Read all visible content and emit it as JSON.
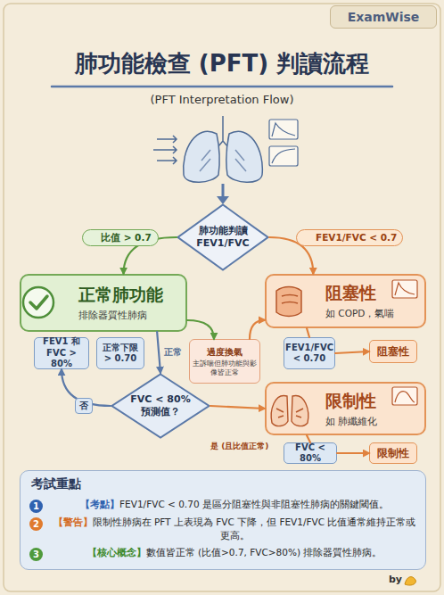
{
  "diagram": {
    "title": "肺功能檢查 (PFT) 判讀流程",
    "nodes": [
      {
        "text": [
          "ExamWise"
        ]
      },
      {
        "text": [
          "肺功能判讀",
          "FEV1/FVC"
        ]
      },
      {
        "text": [
          "正常肺功能",
          "排除器質性肺病"
        ]
      },
      {
        "text": [
          "阻塞性",
          "如 COPD，氣喘"
        ]
      },
      {
        "text": [
          "FEV1 和 FVC > 80%"
        ]
      },
      {
        "text": [
          "正常下限 > 0.70"
        ]
      },
      {
        "text": [
          "過度換氣",
          "主訴喘但肺功能與影像皆正常"
        ]
      },
      {
        "text": [
          "FEV1/FVC < 0.70"
        ]
      },
      {
        "text": [
          "阻塞性"
        ]
      },
      {
        "text": [
          "FVC < 80%",
          "預測值？"
        ]
      },
      {
        "text": [
          "限制性",
          "如 肺纖維化"
        ]
      },
      {
        "text": [
          "FVC < 80%"
        ]
      },
      {
        "text": [
          "限制性"
        ]
      },
      {
        "text": [
          "考試重點",
          "【考點】",
          "FEV1/FVC < 0.70 是區分阻塞性與非阻塞性肺病的關鍵閾值。",
          "【警告】",
          "限制性肺病在 PFT 上表現為 FVC 下降，但 FEV1/FVC 比值通常維持正常或更高。",
          "【核心概念】",
          "數值皆正常 (比值>0.7, FVC>80%) 排除器質性肺病。"
        ]
      },
      {
        "text": [
          "1"
        ],
        "in": 13
      },
      {
        "text": [
          "2"
        ],
        "in": 13
      },
      {
        "text": [
          "3"
        ],
        "in": 13
      }
    ],
    "edges": [
      {
        "from": 1,
        "to": 2,
        "arrow": "to",
        "label": "比值 > 0.7"
      },
      {
        "from": 1,
        "to": 3,
        "arrow": "to",
        "label": "FEV1/FVC < 0.7"
      },
      {
        "from": 2,
        "to": 6,
        "arrow": "to"
      },
      {
        "from": 6,
        "to": 3,
        "arrow": "to"
      },
      {
        "from": 2,
        "to": 9,
        "arrow": "to",
        "label": "正常"
      },
      {
        "from": 9,
        "to": 4,
        "arrow": "to",
        "label": "否"
      },
      {
        "from": 9,
        "to": 10,
        "arrow": "to",
        "label": "是 (且比值正常)"
      },
      {
        "from": 3,
        "to": 7,
        "arrow": "none"
      },
      {
        "from": 7,
        "to": 8,
        "arrow": "to"
      },
      {
        "from": 10,
        "to": 11,
        "arrow": "none"
      },
      {
        "from": 11,
        "to": 12,
        "arrow": "to"
      }
    ],
    "labels": [
      "(PFT Interpretation Flow)",
      "by"
    ]
  }
}
